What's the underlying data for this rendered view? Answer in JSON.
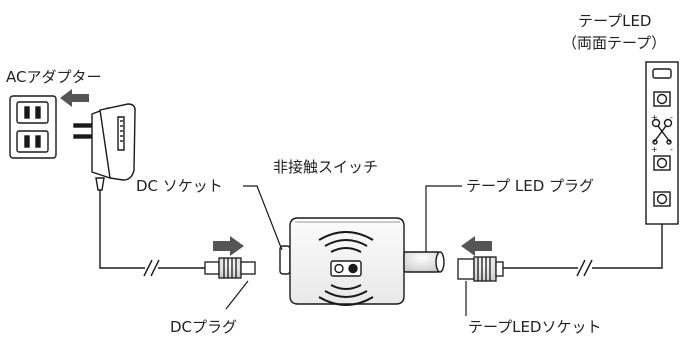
{
  "labels": {
    "ac_adapter": "ACアダプター",
    "tape_led_line1": "テープLED",
    "tape_led_line2": "（両面テープ）",
    "switch": "非接触スイッチ",
    "dc_socket": "DC ソケット",
    "tape_led_plug": "テープ LED プラグ",
    "dc_plug": "DCプラグ",
    "tape_led_socket": "テープLEDソケット"
  },
  "colors": {
    "stroke": "#1a1a1a",
    "arrow": "#555555",
    "box_fill": "#f4f4f4",
    "plug_fill": "#e6e6e6"
  },
  "icons": [
    "wall-outlet-icon",
    "ac-adapter-icon",
    "switch-box-icon",
    "proximity-sensor-icon",
    "dc-plug-icon",
    "tape-led-socket-icon",
    "led-tape-strip-icon",
    "scissors-icon",
    "arrow-icon"
  ]
}
